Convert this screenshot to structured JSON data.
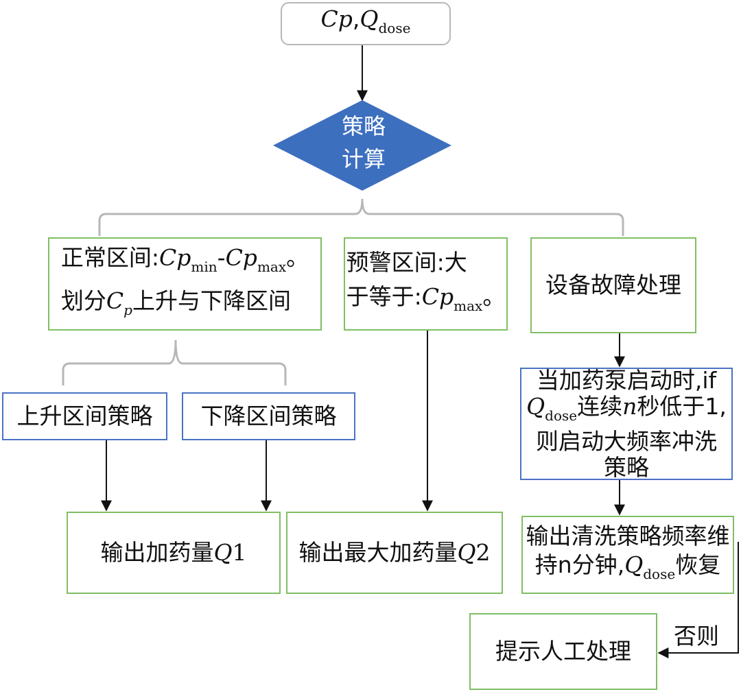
{
  "input": {
    "text_a": "Cp",
    "text_sep": ",",
    "text_b": "Q",
    "text_b_sub": "dose"
  },
  "decision": {
    "line1": "策略",
    "line2": "计算"
  },
  "normal": {
    "l1_a": "正常区间:",
    "l1_cp1": "Cp",
    "l1_sub1": "min",
    "l1_dash": "-",
    "l1_cp2": "Cp",
    "l1_sub2": "max",
    "l1_end": "。",
    "l2_a": "划分",
    "l2_c": "C",
    "l2_csub": "p",
    "l2_b": "上升与下降区间"
  },
  "warning": {
    "l1": "预警区间:大",
    "l2_a": "于等于:",
    "l2_cp": "Cp",
    "l2_sub": "max",
    "l2_end": "。"
  },
  "fault": {
    "label": "设备故障处理"
  },
  "rise": {
    "label": "上升区间策略"
  },
  "fall": {
    "label": "下降区间策略"
  },
  "pump": {
    "l1": "当加药泵启动时,if",
    "l2_q": "Q",
    "l2_sub": "dose",
    "l2_a": "连续",
    "l2_n": "n",
    "l2_b": "秒低于1,",
    "l3": "则启动大频率冲洗",
    "l4": "策略"
  },
  "out1": {
    "label": "输出加药量",
    "q": "Q",
    "num": "1"
  },
  "out2": {
    "label": "输出最大加药量",
    "q": "Q",
    "num": "2"
  },
  "clean": {
    "l1": "输出清洗策略频率维",
    "l2_a": "持n分钟,",
    "l2_q": "Q",
    "l2_sub": "dose",
    "l2_b": "恢复"
  },
  "manual": {
    "label": "提示人工处理"
  },
  "otherwise": {
    "label": "否则"
  },
  "colors": {
    "green": "#7fbf63",
    "blue": "#4a72c4",
    "diamond": "#3d6fbf",
    "bracket": "#b7b7b7"
  }
}
